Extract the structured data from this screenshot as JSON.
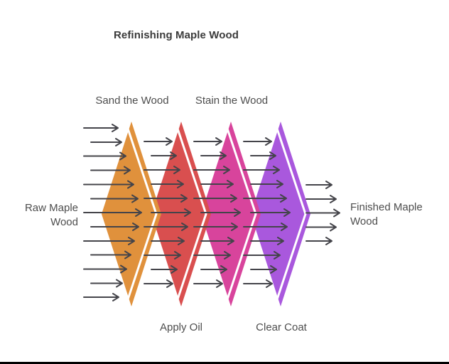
{
  "title": "Refinishing Maple Wood",
  "input_label": "Raw Maple Wood",
  "output_label": "Finished Maple Wood",
  "stages": [
    {
      "label": "Sand the Wood",
      "color": "#E0913C",
      "label_position": "top"
    },
    {
      "label": "Apply Oil",
      "color": "#D94F4F",
      "label_position": "bottom"
    },
    {
      "label": "Stain the Wood",
      "color": "#D8449C",
      "label_position": "top"
    },
    {
      "label": "Clear Coat",
      "color": "#A958DD",
      "label_position": "bottom"
    }
  ],
  "colors": {
    "arrow": "#44444A",
    "stripe": "#FFFFFF",
    "title_text": "#3B3B3B",
    "label_text": "#4D4D4D",
    "background": "#FFFFFF",
    "bottom_bar": "#000000"
  },
  "diagram_type": "process-flow"
}
